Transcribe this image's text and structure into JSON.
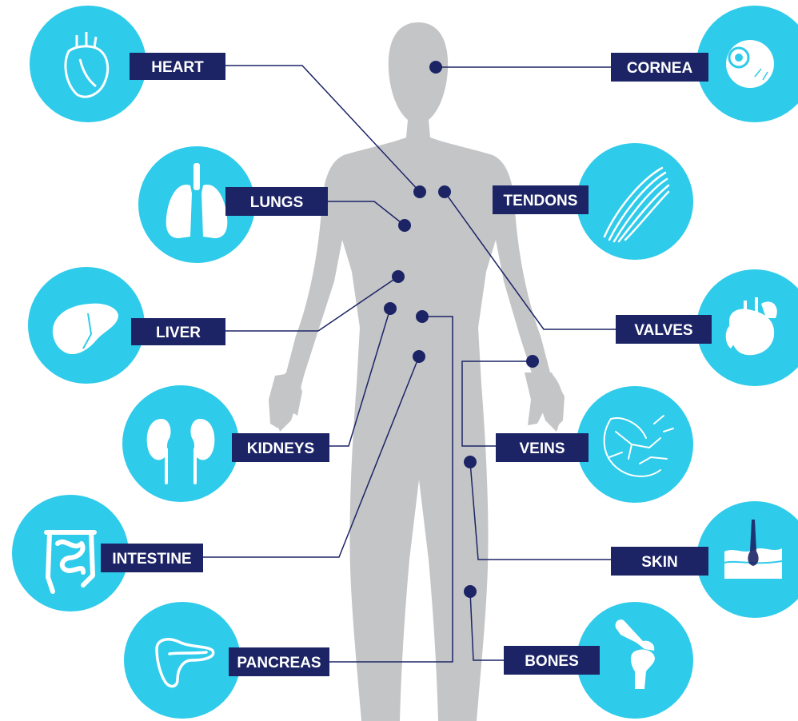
{
  "colors": {
    "circle": "#2ecbea",
    "label_box": "#1c2466",
    "label_text": "#ffffff",
    "connector": "#1c2466",
    "body": "#c4c5c7",
    "icon": "#ffffff"
  },
  "organs": [
    {
      "id": "heart",
      "label": "HEART",
      "icon": "heart-icon"
    },
    {
      "id": "lungs",
      "label": "LUNGS",
      "icon": "lungs-icon"
    },
    {
      "id": "liver",
      "label": "LIVER",
      "icon": "liver-icon"
    },
    {
      "id": "kidneys",
      "label": "KIDNEYS",
      "icon": "kidneys-icon"
    },
    {
      "id": "intestine",
      "label": "INTESTINE",
      "icon": "intestine-icon"
    },
    {
      "id": "pancreas",
      "label": "PANCREAS",
      "icon": "pancreas-icon"
    },
    {
      "id": "cornea",
      "label": "CORNEA",
      "icon": "eye-icon"
    },
    {
      "id": "tendons",
      "label": "TENDONS",
      "icon": "tendon-icon"
    },
    {
      "id": "valves",
      "label": "VALVES",
      "icon": "heart-valve-icon"
    },
    {
      "id": "veins",
      "label": "VEINS",
      "icon": "veins-icon"
    },
    {
      "id": "skin",
      "label": "SKIN",
      "icon": "skin-layer-icon"
    },
    {
      "id": "bones",
      "label": "BONES",
      "icon": "joint-bone-icon"
    }
  ]
}
